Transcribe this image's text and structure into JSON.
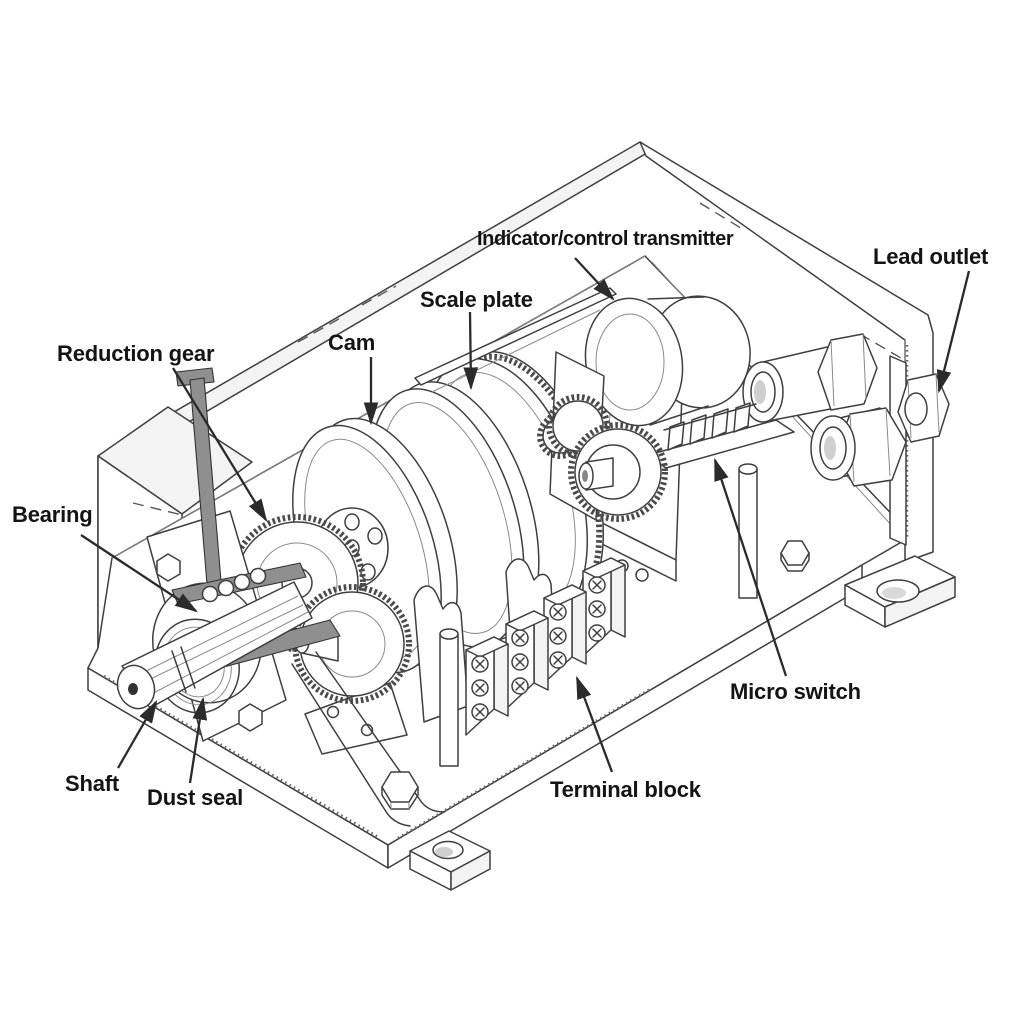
{
  "diagram": {
    "type": "technical-illustration",
    "labels": {
      "reduction_gear": "Reduction gear",
      "cam": "Cam",
      "scale_plate": "Scale plate",
      "indicator_control_transmitter": "Indicator/control transmitter",
      "lead_outlet": "Lead outlet",
      "bearing": "Bearing",
      "shaft": "Shaft",
      "dust_seal": "Dust seal",
      "micro_switch": "Micro switch",
      "terminal_block": "Terminal block"
    },
    "colors": {
      "line": "#3f3f3f",
      "label_text": "#141414",
      "background": "#ffffff",
      "shaded_part": "#8f8f8f"
    }
  }
}
